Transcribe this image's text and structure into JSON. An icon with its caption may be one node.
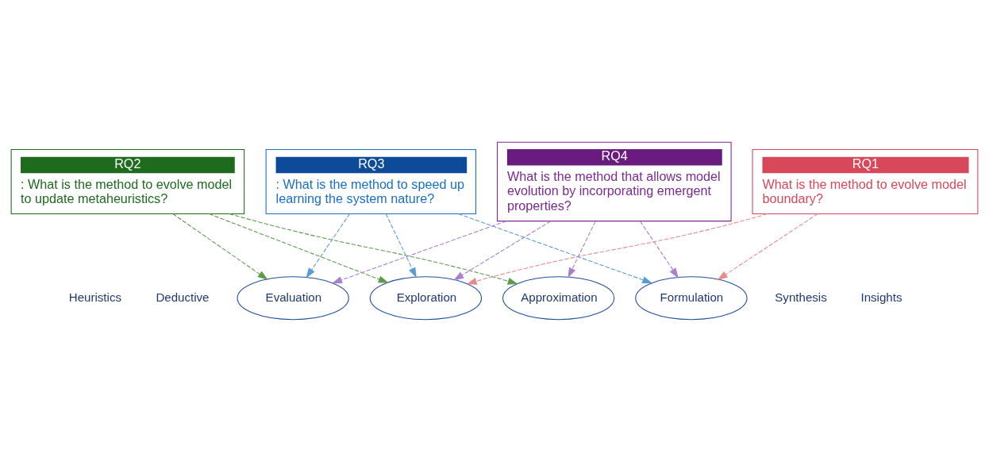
{
  "diagram": {
    "nodes": [
      {
        "text": [
          "RQ1",
          "What is the method to evolve model boundary?"
        ]
      },
      {
        "text": [
          "RQ2",
          ": What is the method to evolve model to update metaheuristics?"
        ]
      },
      {
        "text": [
          "Evaluation"
        ]
      },
      {
        "text": [
          "Exploration"
        ]
      },
      {
        "text": [
          "Approximation"
        ]
      },
      {
        "text": [
          "Formulation"
        ]
      },
      {
        "text": [
          "RQ3",
          ": What is the method to speed up learning the system nature?"
        ]
      },
      {
        "text": [
          "RQ4",
          "What is the method that allows model evolution by incorporating emergent properties?"
        ]
      }
    ],
    "edges": [
      {
        "from": 0,
        "to": 3,
        "arrow": "to",
        "style": "dashed",
        "color": "#e8898c"
      },
      {
        "from": 0,
        "to": 5,
        "arrow": "to",
        "style": "dashed",
        "color": "#e8898c"
      },
      {
        "from": 1,
        "to": 2,
        "arrow": "to",
        "style": "dashed",
        "color": "#5e9a4c"
      },
      {
        "from": 1,
        "to": 3,
        "arrow": "to",
        "style": "dashed",
        "color": "#5e9a4c"
      },
      {
        "from": 1,
        "to": 4,
        "arrow": "to",
        "style": "dashed",
        "color": "#5e9a4c"
      },
      {
        "from": 6,
        "to": 2,
        "arrow": "to",
        "style": "dashed",
        "color": "#5b9bd5"
      },
      {
        "from": 6,
        "to": 3,
        "arrow": "to",
        "style": "dashed",
        "color": "#5b9bd5"
      },
      {
        "from": 6,
        "to": 5,
        "arrow": "to",
        "style": "dashed",
        "color": "#5b9bd5"
      },
      {
        "from": 7,
        "to": 2,
        "arrow": "to",
        "style": "dashed",
        "color": "#a97fd0"
      },
      {
        "from": 7,
        "to": 3,
        "arrow": "to",
        "style": "dashed",
        "color": "#a97fd0"
      },
      {
        "from": 7,
        "to": 4,
        "arrow": "to",
        "style": "dashed",
        "color": "#a97fd0"
      },
      {
        "from": 7,
        "to": 5,
        "arrow": "to",
        "style": "dashed",
        "color": "#a97fd0"
      }
    ],
    "labels": [
      "Heuristics",
      "Deductive",
      "Synthesis",
      "Insights"
    ]
  }
}
